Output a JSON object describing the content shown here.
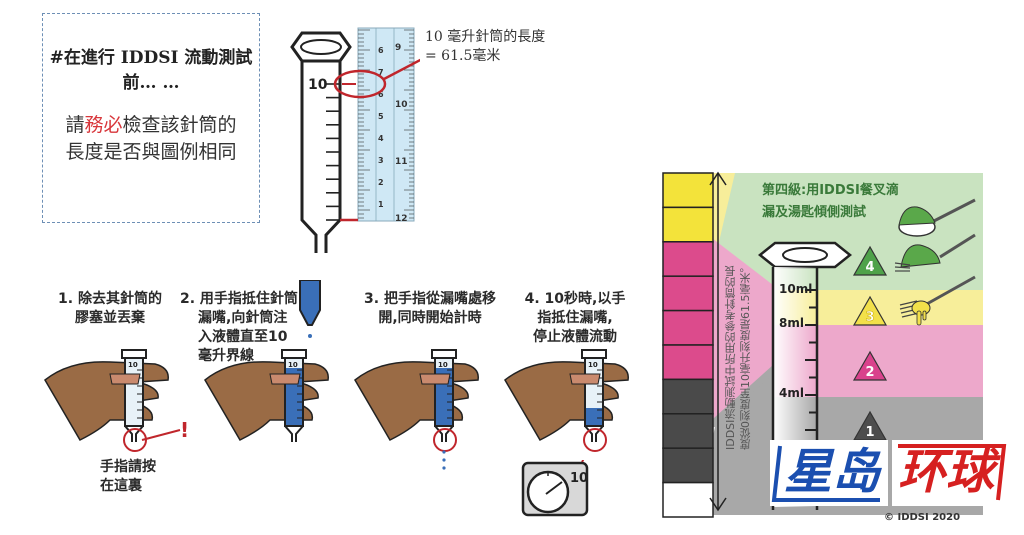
{
  "notice": {
    "title_line1": "#在進行 IDDSI 流動測試",
    "title_line2": "前… …",
    "body_prefix": "請",
    "body_emphasis": "務必",
    "body_rest_line1": "檢查該針筒的",
    "body_line2": "長度是否與圖例相同"
  },
  "syringe_reference": {
    "mark_label": "10",
    "length_label_line1": "10 毫升針筒的長度",
    "length_label_line2": "= 61.5毫米",
    "ruler_left_numbers": [
      "6",
      "7",
      "6",
      "5",
      "4",
      "3",
      "2",
      "1"
    ],
    "ruler_right_numbers": [
      "9",
      "10",
      "11",
      "12"
    ]
  },
  "steps": [
    {
      "number": "1.",
      "lines": [
        "1. 除去其針筒的",
        "膠塞並丟棄"
      ]
    },
    {
      "number": "2.",
      "lines": [
        "2. 用手指抵住針筒",
        "漏嘴,向針筒注",
        "入液體直至10",
        "毫升界線"
      ]
    },
    {
      "number": "3.",
      "lines": [
        "3. 把手指從漏嘴處移",
        "開,同時開始計時"
      ]
    },
    {
      "number": "4.",
      "lines": [
        "4. 10秒時,以手",
        "指抵住漏嘴,",
        "停止液體流動"
      ]
    }
  ],
  "finger_note": {
    "line1": "手指請按",
    "line2": "在這裏",
    "alert": "!"
  },
  "timer": {
    "label": "10"
  },
  "iddsi_chart": {
    "heading_line1": "第四級:用IDDSI餐叉滴",
    "heading_line2": "漏及湯匙傾側測試",
    "vertical_note_line1": "IDDSI流動測試中所用的參考針筒的長",
    "vertical_note_line2": "度從0刻度至10毫升刻度是61.5毫米。",
    "syringe_marks": [
      "10ml",
      "8ml",
      "4ml"
    ],
    "levels": [
      {
        "level": "4",
        "color": "#4fa24a",
        "band": "#c9e3c0"
      },
      {
        "level": "3",
        "color": "#f2e04a",
        "band": "#f7ee9a"
      },
      {
        "level": "2",
        "color": "#d9428c",
        "band": "#eda8cb"
      },
      {
        "level": "1",
        "color": "#4d4d4d",
        "band": "#a8a8a8"
      }
    ],
    "color_bar": [
      "#f3e33a",
      "#f3e33a",
      "#dc4b8c",
      "#dc4b8c",
      "#dc4b8c",
      "#dc4b8c",
      "#4a4a4a",
      "#4a4a4a",
      "#4a4a4a",
      "#ffffff"
    ],
    "copyright": "© IDDSI 2020"
  },
  "watermark": {
    "blue_text": "星岛",
    "red_text": "环球"
  }
}
